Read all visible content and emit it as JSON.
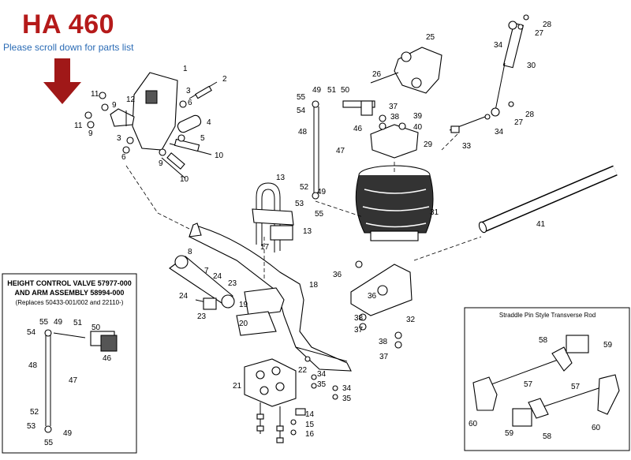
{
  "header": {
    "title": "HA 460",
    "subtitle": "Please scroll down for parts list"
  },
  "colors": {
    "title": "#b51a1a",
    "subtitle": "#2a6bb5",
    "arrow": "#a01818"
  },
  "icons": {
    "arrow": "down-arrow-icon"
  },
  "callouts": {
    "c1": "1",
    "c2": "2",
    "c3a": "3",
    "c3b": "3",
    "c4": "4",
    "c5": "5",
    "c6a": "6",
    "c6b": "6",
    "c7": "7",
    "c8": "8",
    "c9a": "9",
    "c9b": "9",
    "c9c": "9",
    "c10a": "10",
    "c10b": "10",
    "c11a": "11",
    "c11b": "11",
    "c12": "12",
    "c13a": "13",
    "c13b": "13",
    "c17": "17",
    "c18": "18",
    "c19": "19",
    "c20": "20",
    "c21": "21",
    "c22": "22",
    "c23a": "23",
    "c23b": "23",
    "c24a": "24",
    "c24b": "24",
    "c25": "25",
    "c26": "26",
    "c27a": "27",
    "c27b": "27",
    "c28a": "28",
    "c28b": "28",
    "c29": "29",
    "c30": "30",
    "c31": "31",
    "c32": "32",
    "c33": "33",
    "c34a": "34",
    "c34b": "34",
    "c34c": "34",
    "c34d": "34",
    "c35a": "35",
    "c35b": "35",
    "c36a": "36",
    "c36b": "36",
    "c37a": "37",
    "c37b": "37",
    "c37c": "37",
    "c38a": "38",
    "c38b": "38",
    "c38c": "38",
    "c39": "39",
    "c40": "40",
    "c41": "41",
    "c46": "46",
    "c47": "47",
    "c48": "48",
    "c49a": "49",
    "c49b": "49",
    "c50": "50",
    "c51": "51",
    "c52": "52",
    "c53": "53",
    "c54": "54",
    "c55a": "55",
    "c55b": "55",
    "c14": "14",
    "c15": "15",
    "c16": "16"
  },
  "valve_box": {
    "title_line1": "HEIGHT CONTROL VALVE 57977-000",
    "title_line2": "AND ARM ASSEMBLY 58994-000",
    "subtitle": "(Replaces 50433-001/002 and 22110-)",
    "labels": {
      "l55a": "55",
      "l49a": "49",
      "l54": "54",
      "l51": "51",
      "l50": "50",
      "l48": "48",
      "l47": "47",
      "l46": "46",
      "l52": "52",
      "l53": "53",
      "l49b": "49",
      "l55b": "55"
    }
  },
  "rod_box": {
    "title": "Straddle Pin Style Transverse Rod",
    "labels": {
      "l58a": "58",
      "l59a": "59",
      "l57a": "57",
      "l57b": "57",
      "l60a": "60",
      "l60b": "60",
      "l59b": "59",
      "l58b": "58"
    }
  }
}
